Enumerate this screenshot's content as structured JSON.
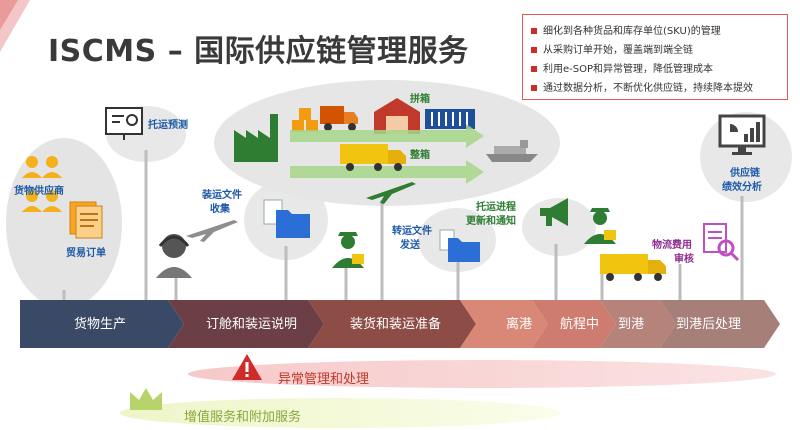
{
  "title": {
    "prefix": "ISCMS",
    "dash": "–",
    "main": "国际供应链管理服务"
  },
  "bullets": [
    "细化到各种货品和库存单位(SKU)的管理",
    "从采购订单开始，覆盖端到端全链",
    "利用e-SOP和异常管理，降低管理成本",
    "通过数据分析，不断优化供应链，持续降本提效"
  ],
  "labels": {
    "supplier": "货物供应商",
    "trade_order": "贸易订单",
    "shipping_forecast": "托运预测",
    "shipping_docs_collect_1": "装运文件",
    "shipping_docs_collect_2": "收集",
    "consolidation": "拼箱",
    "full_container": "整箱",
    "forward_docs_1": "转运文件",
    "forward_docs_2": "发送",
    "tracking_1": "托运进程",
    "tracking_2": "更新和通知",
    "logistics_audit_1": "物流费用",
    "logistics_audit_2": "审核",
    "analytics_1": "供应链",
    "analytics_2": "绩效分析"
  },
  "process": [
    {
      "label": "货物生产",
      "color": "#3a4a66"
    },
    {
      "label": "订舱和装运说明",
      "color": "#6b3f45"
    },
    {
      "label": "装货和装运准备",
      "color": "#8e4c46"
    },
    {
      "label": "离港",
      "color": "#d98877"
    },
    {
      "label": "航程中",
      "color": "#cf7c70"
    },
    {
      "label": "到港",
      "color": "#b5837a"
    },
    {
      "label": "到港后处理",
      "color": "#a67f78"
    }
  ],
  "exception_label": "异常管理和处理",
  "value_added_label": "增值服务和附加服务",
  "colors": {
    "accent_red": "#d02b2b",
    "blue": "#1e5aa8",
    "green": "#3a8a3a"
  }
}
